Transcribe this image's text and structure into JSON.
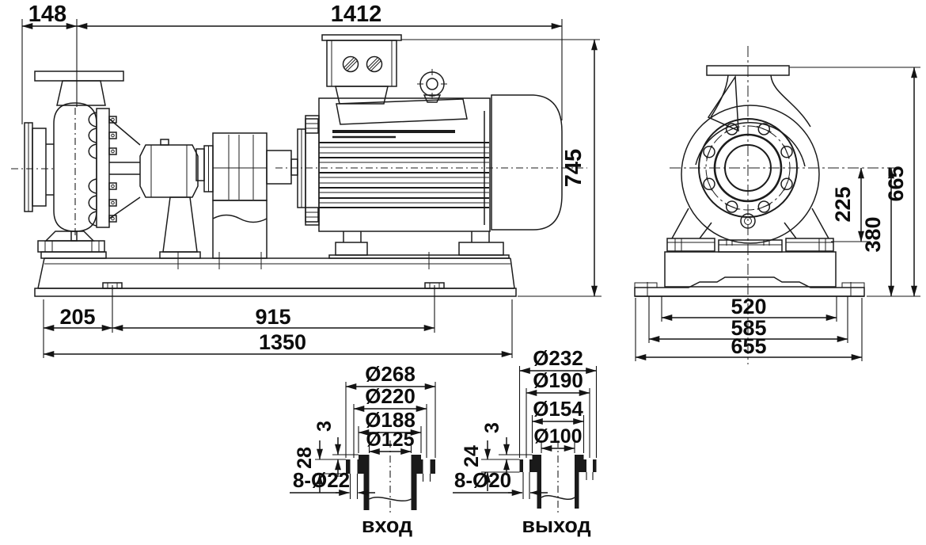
{
  "colors": {
    "background": "#ffffff",
    "line": "#1c1c1c",
    "text": "#0d0d0d"
  },
  "side_view": {
    "dims": {
      "flange_offset": "148",
      "total_length": "1412",
      "total_height": "745",
      "base_front": "205",
      "base_bolt_span": "915",
      "base_length": "1350"
    }
  },
  "end_view": {
    "dims": {
      "centerline_to_foot": "225",
      "centerline_height": "380",
      "flange_height": "665",
      "base_inner": "520",
      "base_mid": "585",
      "base_width": "655"
    }
  },
  "inlet_flange": {
    "label": "вход",
    "dims": {
      "outer": "Ø268",
      "bolt_circle": "Ø220",
      "raised_face": "Ø188",
      "bore": "Ø125",
      "face_height": "3",
      "thickness": "28",
      "holes": "8-Ø22"
    }
  },
  "outlet_flange": {
    "label": "выход",
    "dims": {
      "outer": "Ø232",
      "bolt_circle": "Ø190",
      "raised_face": "Ø154",
      "bore": "Ø100",
      "face_height": "3",
      "thickness": "24",
      "holes": "8-Ø20"
    }
  }
}
